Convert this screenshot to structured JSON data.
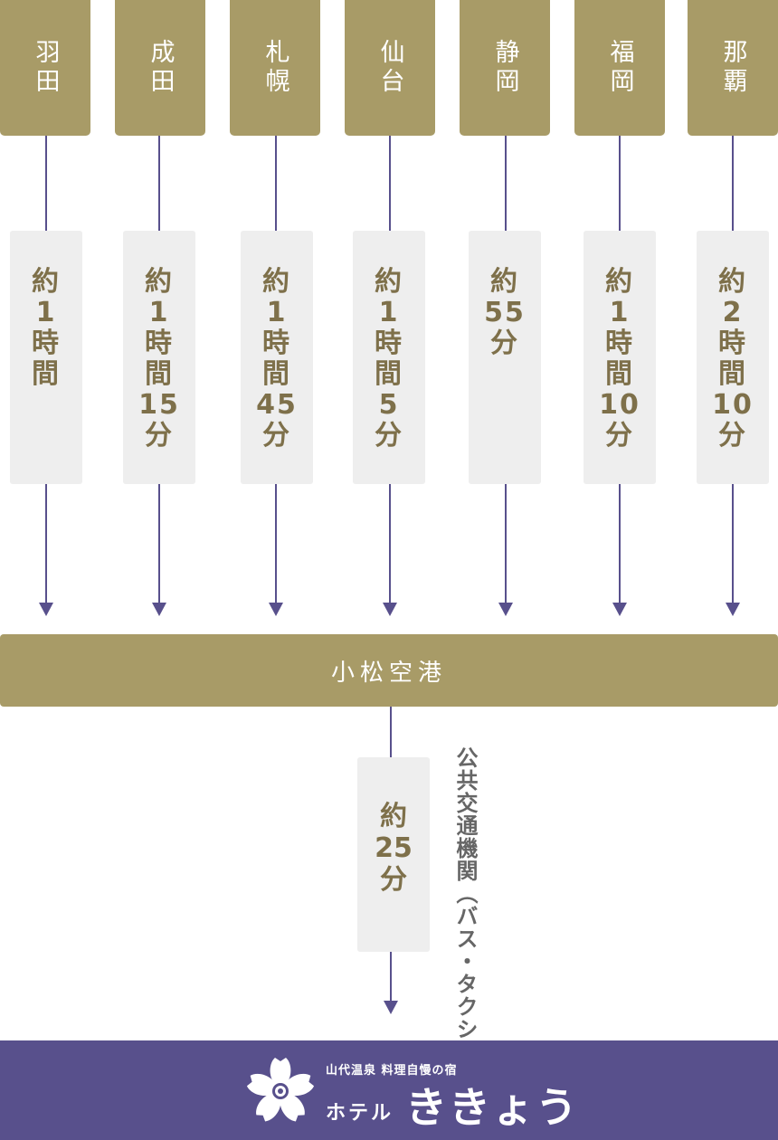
{
  "colors": {
    "gold": "#a89b67",
    "purple": "#58508c",
    "timebox_bg": "#eeeeee",
    "time_text": "#7e704a",
    "note_text": "#666666"
  },
  "origins": [
    {
      "name": "羽田",
      "time": "約\n1\n時\n間"
    },
    {
      "name": "成田",
      "time": "約\n1\n時\n間\n15\n分"
    },
    {
      "name": "札幌",
      "time": "約\n1\n時\n間\n45\n分"
    },
    {
      "name": "仙台",
      "time": "約\n1\n時\n間\n5\n分"
    },
    {
      "name": "静岡",
      "time": "約\n55\n分"
    },
    {
      "name": "福岡",
      "time": "約\n1\n時\n間\n10\n分"
    },
    {
      "name": "那覇",
      "time": "約\n2\n時\n間\n10\n分"
    }
  ],
  "hub": {
    "name": "小松空港"
  },
  "final_leg": {
    "time": "約\n25\n分",
    "transport": "公共交通機関（バス・タクシー）"
  },
  "footer": {
    "logo_icon": "kikyo-flower-icon",
    "tagline": "山代温泉 料理自慢の宿",
    "hotel_prefix": "ホテル",
    "hotel_name": "ききょう"
  }
}
